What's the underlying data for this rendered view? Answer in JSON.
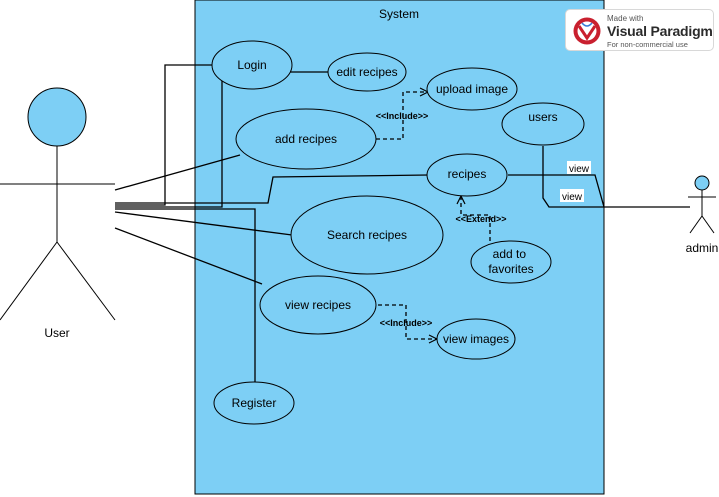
{
  "system": {
    "title": "System",
    "fill": "#7dcff5"
  },
  "actors": {
    "user": {
      "label": "User",
      "fill": "#7dcff5"
    },
    "admin": {
      "label": "admin",
      "fill": "#7dcff5"
    }
  },
  "use_cases": {
    "login": "Login",
    "edit_recipes": "edit recipes",
    "upload_image": "upload image",
    "add_recipes": "add recipes",
    "users": "users",
    "recipes": "recipes",
    "search_recipes": "Search recipes",
    "add_to_favorites": [
      "add to",
      "favorites"
    ],
    "view_recipes": "view recipes",
    "view_images": "view images",
    "register": "Register"
  },
  "relations": {
    "include_upload": "<<Include>>",
    "extend_favorites": "<<Extend>>",
    "include_images": "<<Include>>",
    "view_recipes_admin": "view",
    "view_users_admin": "view"
  },
  "watermark": {
    "made_with": "Made with",
    "name": "Visual Paradigm",
    "subtitle": "For non-commercial use"
  }
}
